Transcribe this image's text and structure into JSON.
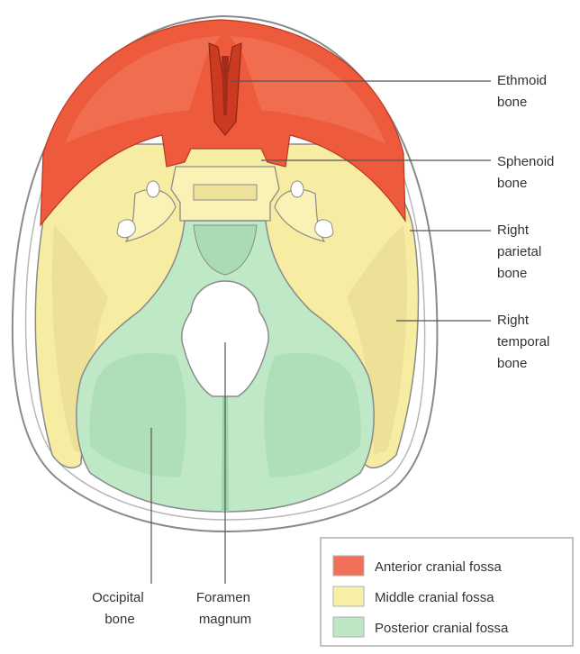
{
  "labels": {
    "ethmoid": [
      "Ethmoid",
      "bone"
    ],
    "sphenoid": [
      "Sphenoid",
      "bone"
    ],
    "parietal": [
      "Right",
      "parietal",
      "bone"
    ],
    "temporal": [
      "Right",
      "temporal",
      "bone"
    ],
    "occipital": [
      "Occipital",
      "bone"
    ],
    "foramen": [
      "Foramen",
      "magnum"
    ]
  },
  "legend": [
    {
      "label": "Anterior cranial fossa",
      "color": "#f0705a"
    },
    {
      "label": "Middle cranial fossa",
      "color": "#f9f0a8"
    },
    {
      "label": "Posterior cranial fossa",
      "color": "#bde6c4"
    }
  ],
  "colors": {
    "anterior": "#ee5a3c",
    "anterior_dark": "#cc3a22",
    "middle": "#f6eda2",
    "middle_dark": "#e2d690",
    "posterior": "#bfe8c6",
    "posterior_dark": "#9fd6a9",
    "skull_outline": "#8a8a8a",
    "leader_line": "#555555"
  }
}
